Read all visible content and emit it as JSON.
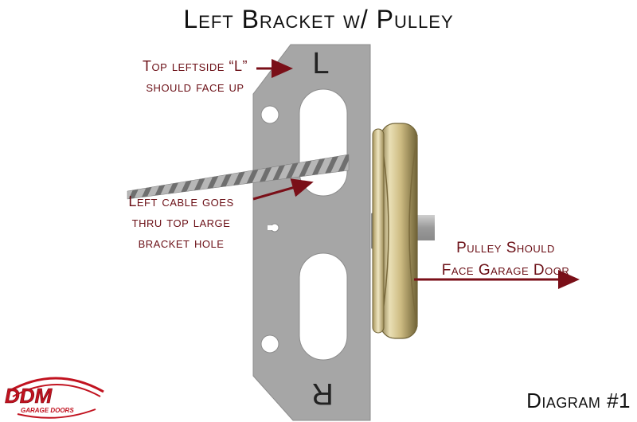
{
  "title": "Left Bracket w/ Pulley",
  "bracket": {
    "top_letter": "L",
    "bottom_letter": "R"
  },
  "annotations": {
    "top_l": [
      "Top leftside “L”",
      "should face up"
    ],
    "cable": [
      "Left cable goes",
      "thru top large",
      "bracket hole"
    ],
    "pulley": [
      "Pulley Should",
      "Face Garage Door"
    ]
  },
  "diagram_number": "Diagram #1",
  "logo": {
    "brand": "DDM",
    "tagline": "GARAGE DOORS"
  },
  "colors": {
    "bracket": "#a6a6a6",
    "annotation_text": "#6b0f16",
    "arrow": "#7a0f18",
    "pulley_gold": "#c8b98a",
    "logo_red": "#c1121f"
  }
}
